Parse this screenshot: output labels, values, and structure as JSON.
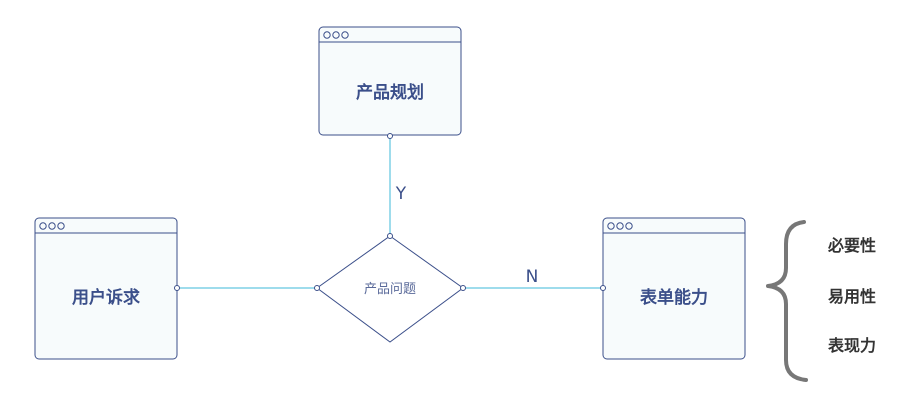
{
  "nodes": {
    "top": {
      "label": "产品规划"
    },
    "left": {
      "label": "用户诉求"
    },
    "right": {
      "label": "表单能力"
    },
    "decision": {
      "label": "产品问题"
    }
  },
  "edges": {
    "yes_label": "Y",
    "no_label": "N"
  },
  "brace_list": {
    "items": [
      "必要性",
      "易用性",
      "表现力"
    ]
  },
  "colors": {
    "box_border": "#3b4f8a",
    "box_fill": "#f7fbfc",
    "connector": "#7fd0e6",
    "brace": "#777777"
  }
}
